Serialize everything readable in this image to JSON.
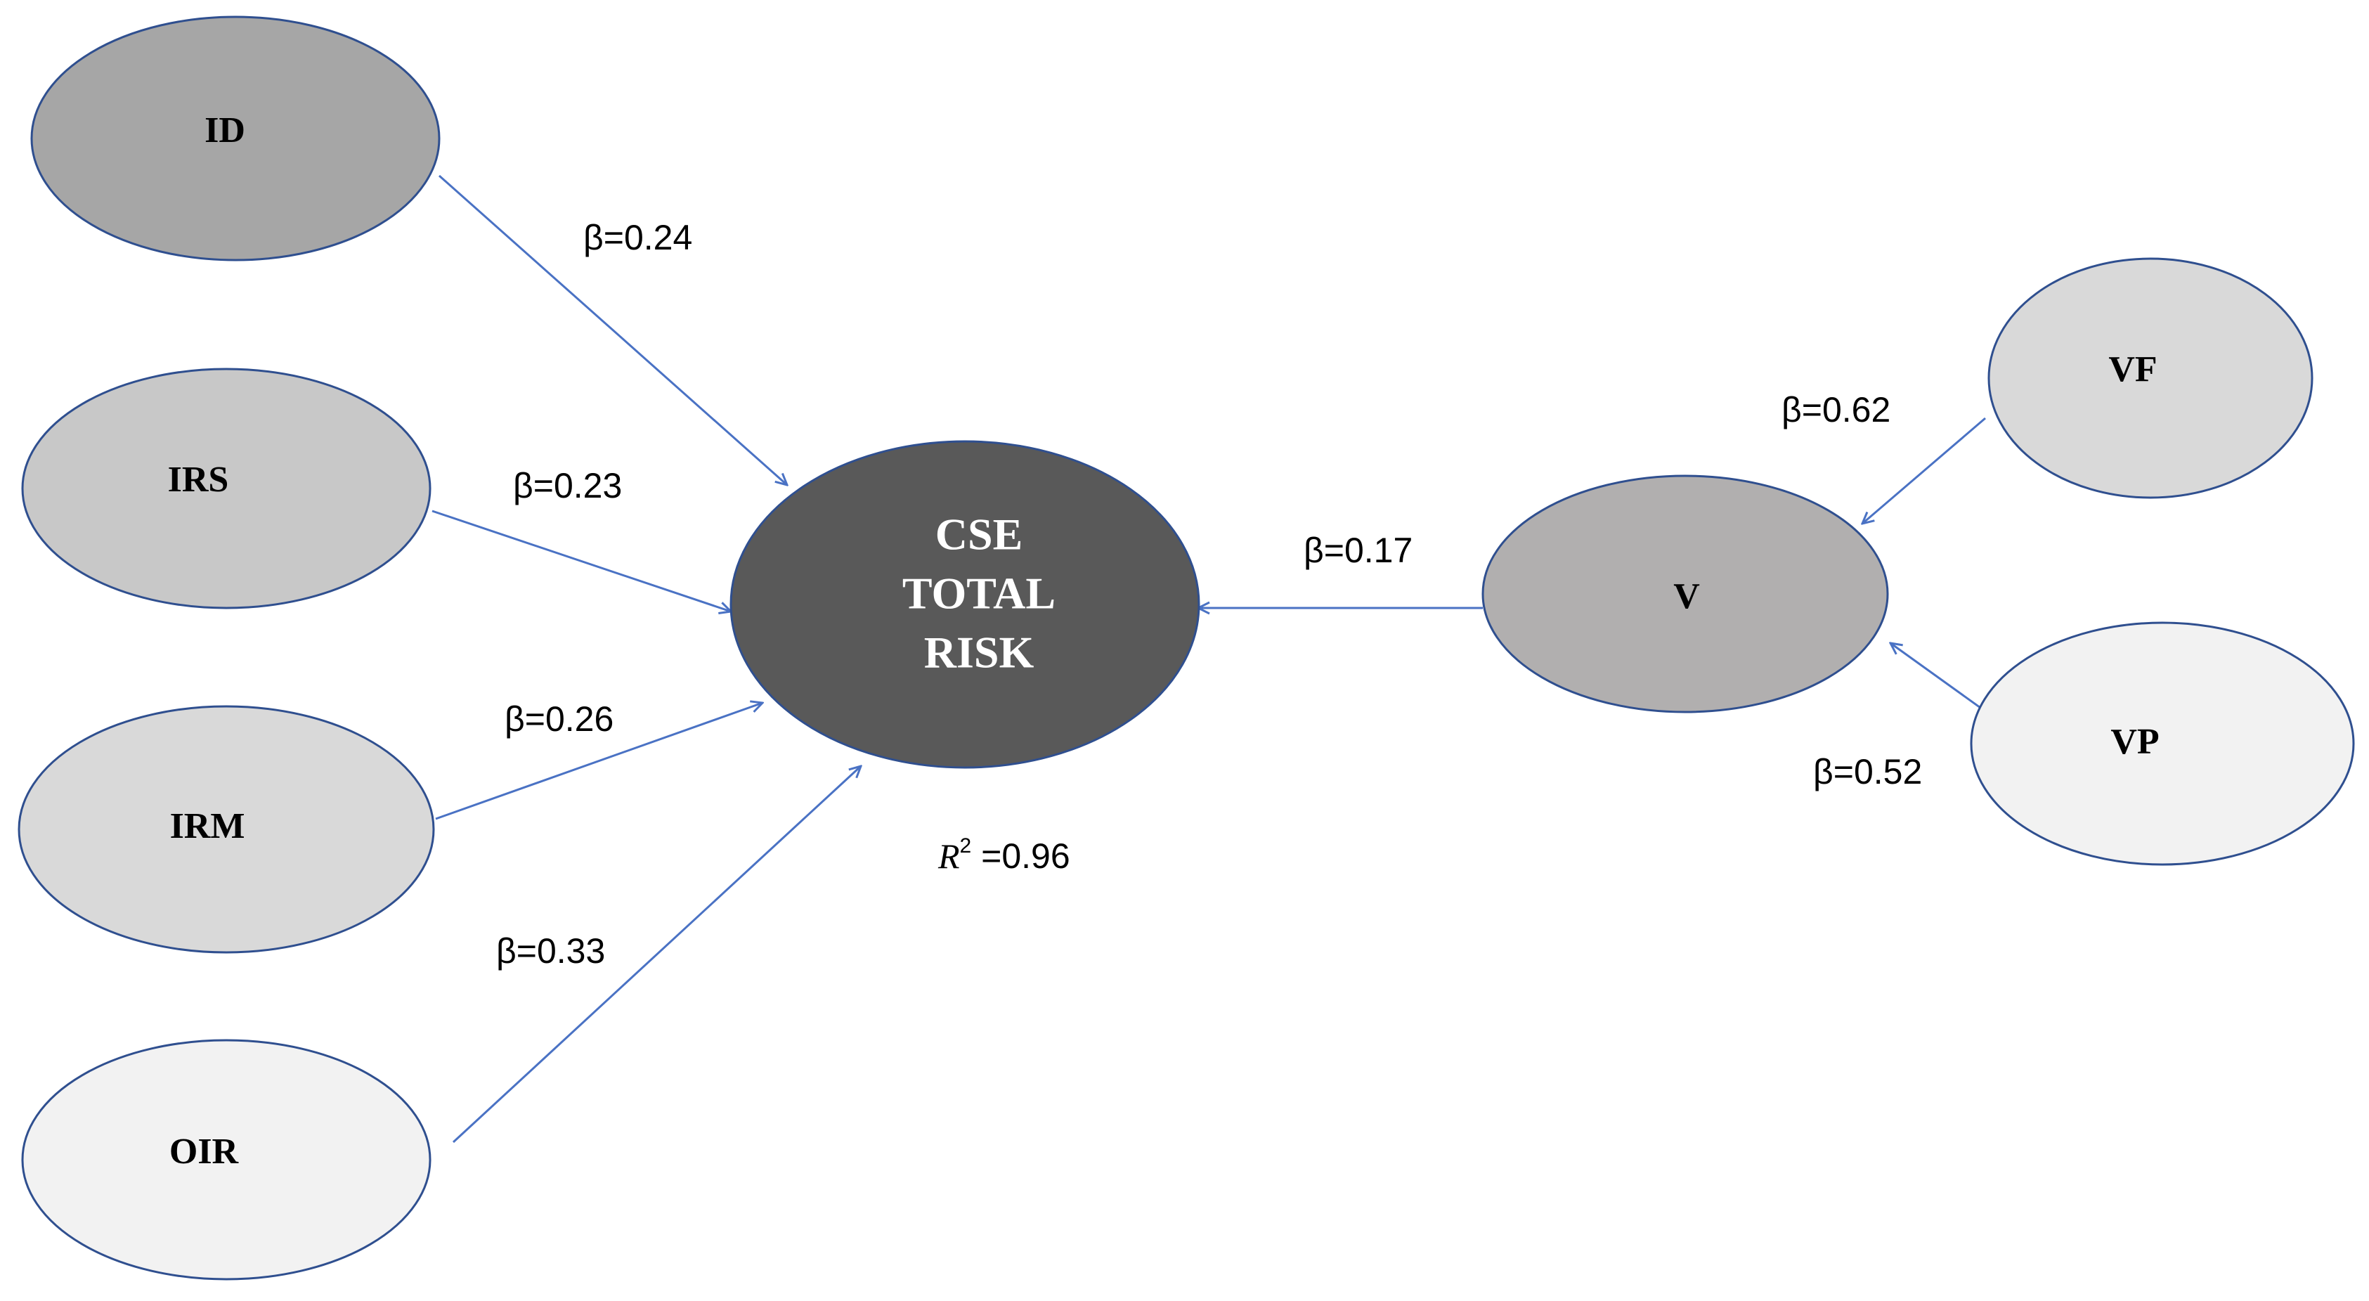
{
  "nodes": {
    "id": {
      "label": "ID",
      "fill": "#a6a6a6"
    },
    "irs": {
      "label": "IRS",
      "fill": "#c8c8c8"
    },
    "irm": {
      "label": "IRM",
      "fill": "#d9d9d9"
    },
    "oir": {
      "label": "OIR",
      "fill": "#f2f2f2"
    },
    "cse": {
      "line1": "CSE",
      "line2": "TOTAL",
      "line3": "RISK",
      "fill": "#595959"
    },
    "v": {
      "label": "V",
      "fill": "#b1afaf"
    },
    "vf": {
      "label": "VF",
      "fill": "#d9d9d9"
    },
    "vp": {
      "label": "VP",
      "fill": "#f2f2f2"
    }
  },
  "edges": {
    "id_cse": "β=0.24",
    "irs_cse": "β=0.23",
    "irm_cse": "β=0.26",
    "oir_cse": "β=0.33",
    "v_cse": "β=0.17",
    "vf_v": "β=0.62",
    "vp_v": "β=0.52"
  },
  "r2": {
    "symbol": "R",
    "superscript": "2",
    "value": " =0.96"
  },
  "colors": {
    "edge": "#4a72c4",
    "outline": "#2f4f8f"
  }
}
